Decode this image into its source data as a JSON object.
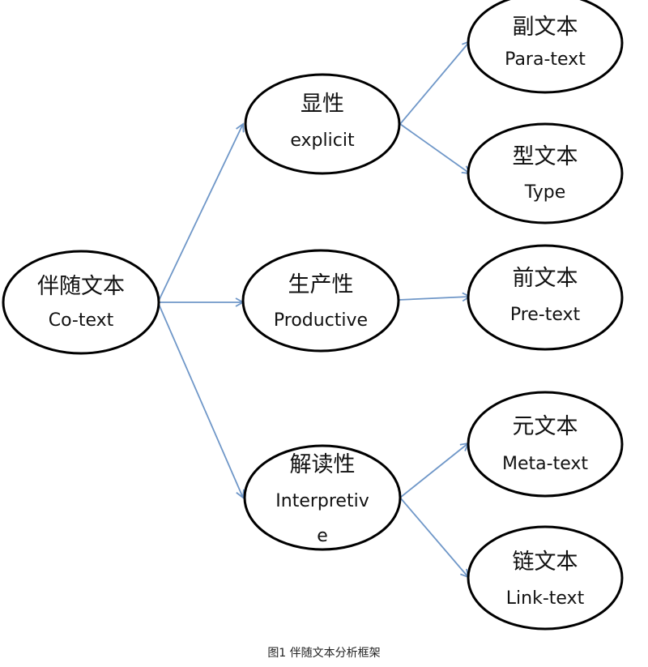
{
  "nodes": {
    "root": {
      "zh": "伴随文本",
      "en": "Co-text"
    },
    "explicit": {
      "zh": "显性",
      "en": "explicit"
    },
    "productive": {
      "zh": "生产性",
      "en": "Productive"
    },
    "interpretive": {
      "zh": "解读性",
      "en_line1": "Interpretiv",
      "en_line2": "e"
    },
    "paratext": {
      "zh": "副文本",
      "en": "Para-text"
    },
    "type": {
      "zh": "型文本",
      "en": "Type"
    },
    "pretext": {
      "zh": "前文本",
      "en": "Pre-text"
    },
    "metatext": {
      "zh": "元文本",
      "en": "Meta-text"
    },
    "linktext": {
      "zh": "链文本",
      "en": "Link-text"
    }
  },
  "edges": [
    {
      "from": "root",
      "to": "explicit"
    },
    {
      "from": "root",
      "to": "productive"
    },
    {
      "from": "root",
      "to": "interpretive"
    },
    {
      "from": "explicit",
      "to": "paratext"
    },
    {
      "from": "explicit",
      "to": "type"
    },
    {
      "from": "productive",
      "to": "pretext"
    },
    {
      "from": "interpretive",
      "to": "metatext"
    },
    {
      "from": "interpretive",
      "to": "linktext"
    }
  ],
  "colors": {
    "edge": "#6f97c8",
    "node_border": "#000000",
    "text": "#111111"
  },
  "caption": "图1 伴随文本分析框架"
}
